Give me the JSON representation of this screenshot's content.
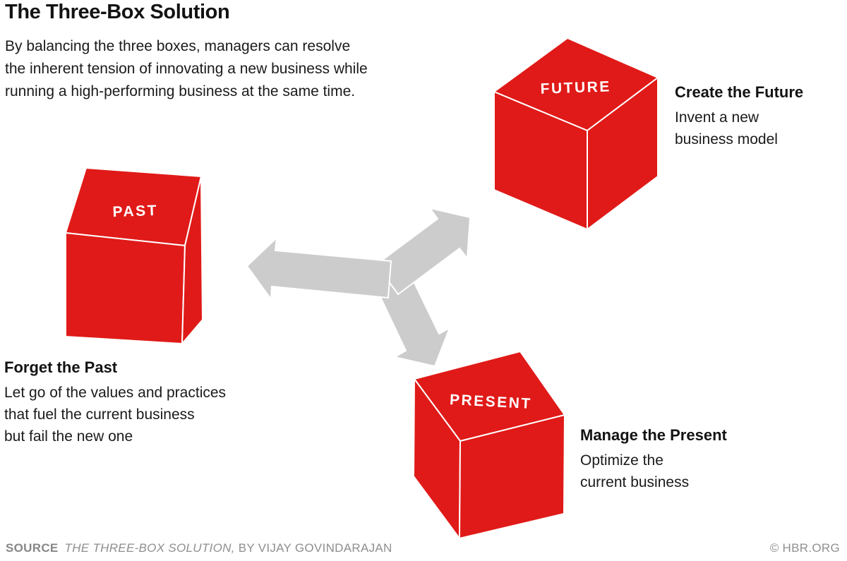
{
  "title": "The Three-Box Solution",
  "subtitle_lines": [
    "By balancing the three boxes, managers can resolve",
    "the inherent tension of innovating a new business while",
    "running a high-performing business at the same time."
  ],
  "boxes": {
    "past": {
      "label": "PAST",
      "heading": "Forget the Past",
      "lines": [
        "Let go of the values and practices",
        "that fuel the current business",
        "but fail the new one"
      ]
    },
    "future": {
      "label": "FUTURE",
      "heading": "Create the Future",
      "lines": [
        "Invent a new",
        "business model"
      ]
    },
    "present": {
      "label": "PRESENT",
      "heading": "Manage the Present",
      "lines": [
        "Optimize the",
        "current business"
      ]
    }
  },
  "footer": {
    "source_label": "SOURCE",
    "source_work": "THE THREE-BOX SOLUTION,",
    "source_author": "BY VIJAY GOVINDARAJAN",
    "credit": "© HBR.ORG"
  },
  "colors": {
    "box_red": "#e01a18",
    "arrow_gray": "#cccccc",
    "edge_white": "#ffffff",
    "label_white": "#ffffff",
    "text_dark": "#131313",
    "footer_gray": "#8e8e8e"
  }
}
